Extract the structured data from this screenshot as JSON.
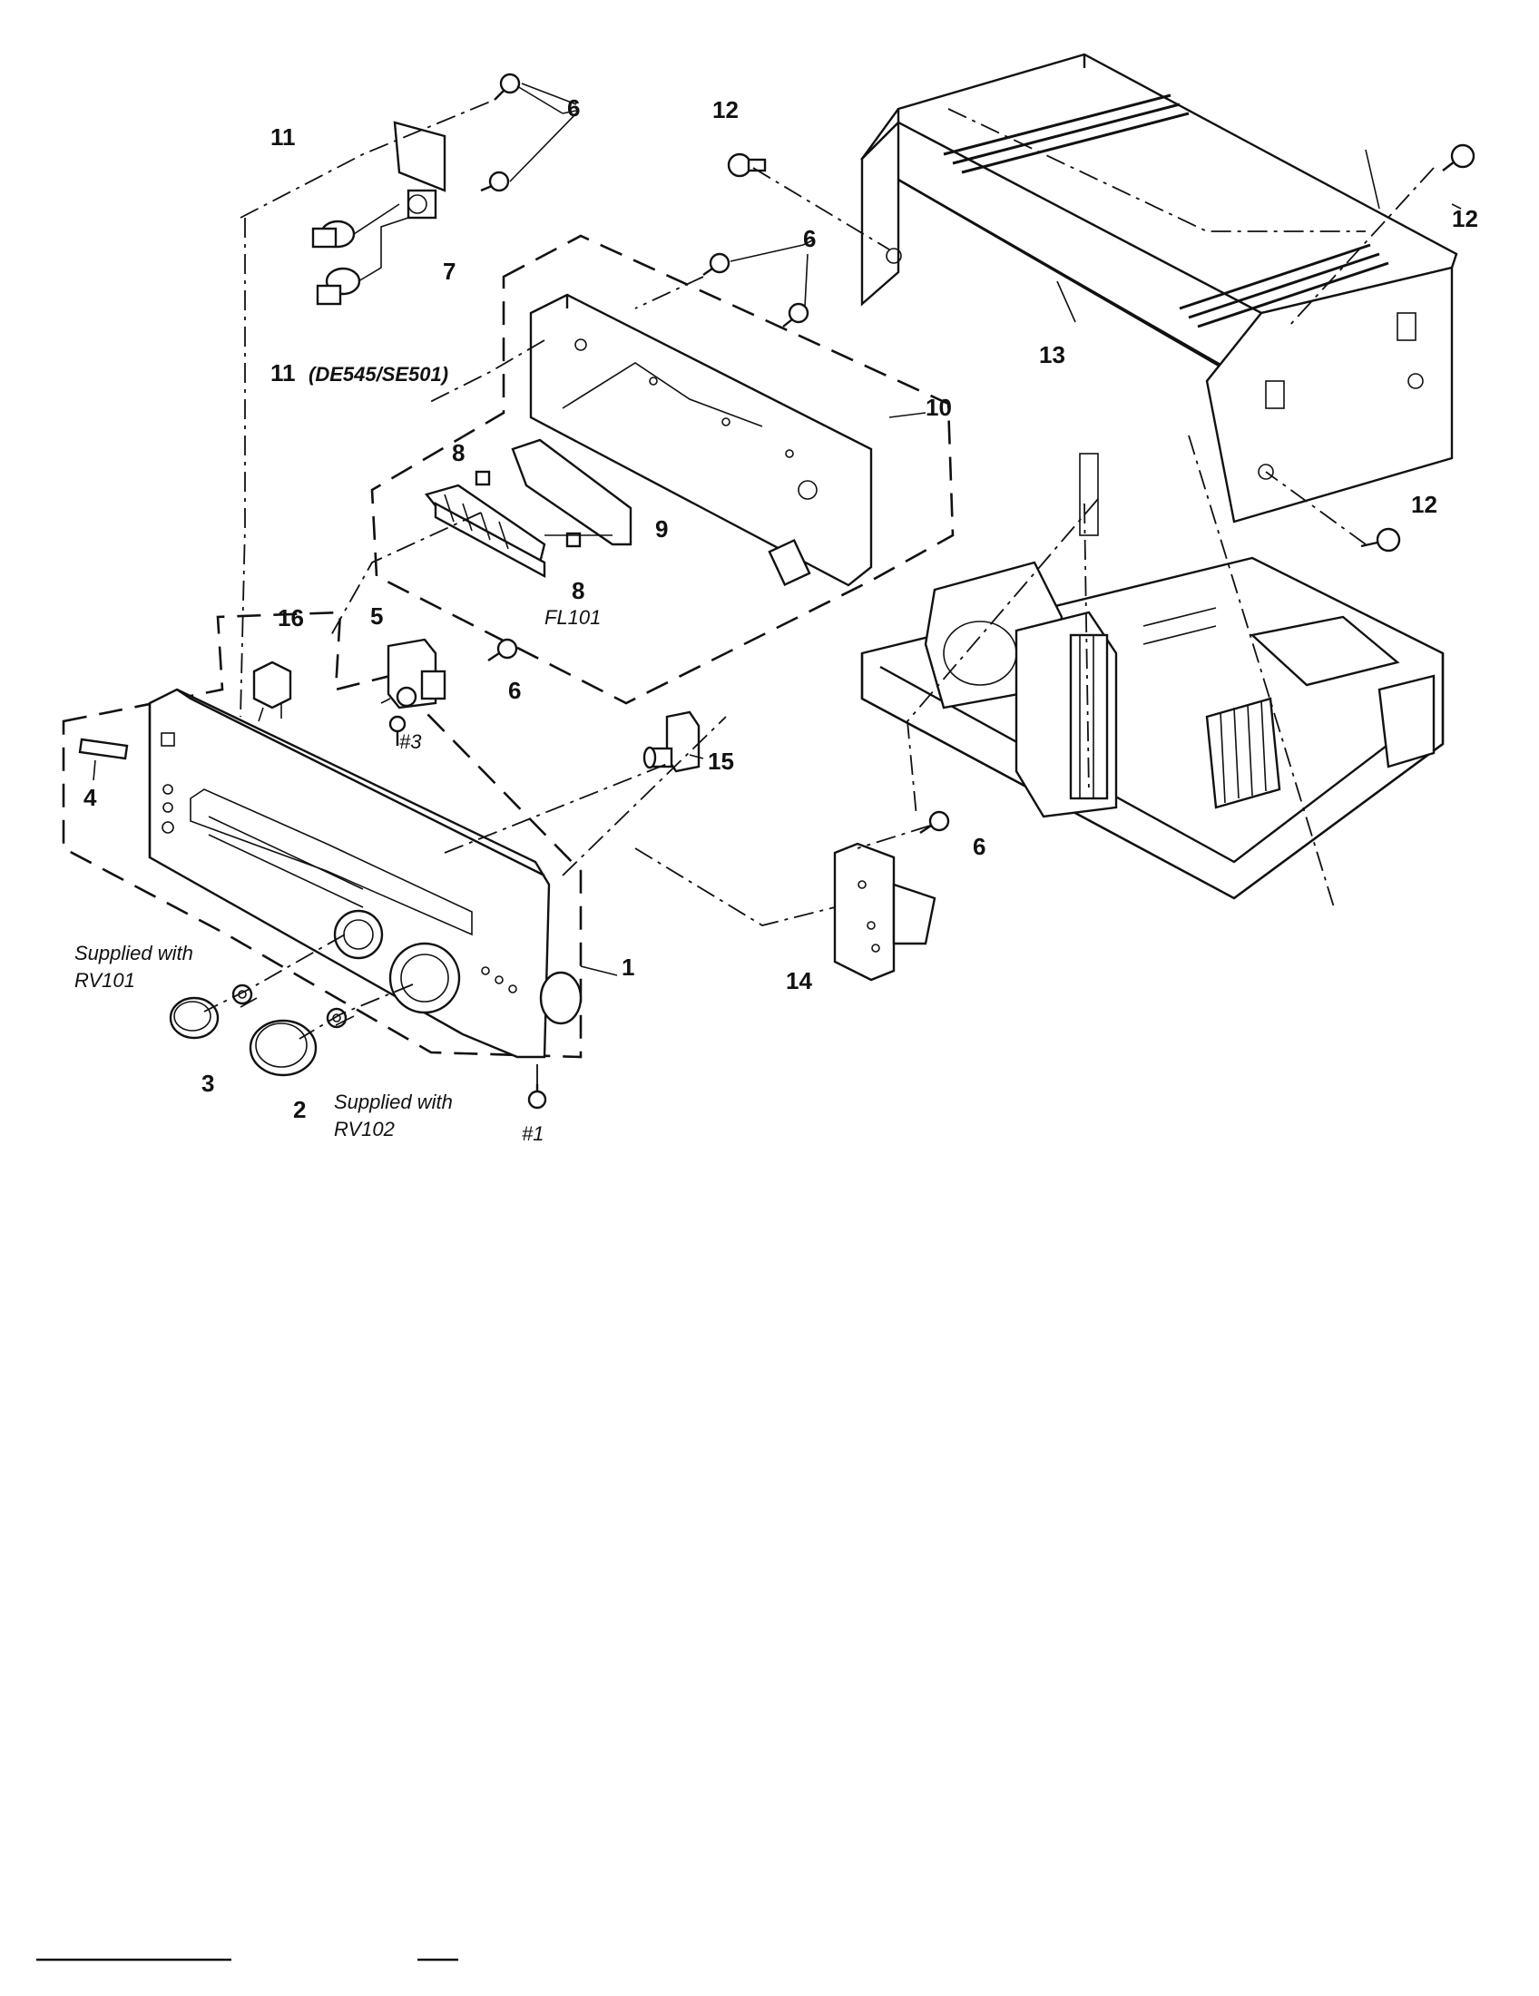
{
  "labels": {
    "part_1": "1",
    "part_2": "2",
    "part_3": "3",
    "part_4": "4",
    "part_5": "5",
    "part_6a": "6",
    "part_6b": "6",
    "part_6c": "6",
    "part_6d": "6",
    "part_7": "7",
    "part_8a": "8",
    "part_8b": "8",
    "part_9": "9",
    "part_10": "10",
    "part_11a": "11",
    "part_11b": "11",
    "part_11_variant": "(DE545/SE501)",
    "part_12a": "12",
    "part_12b": "12",
    "part_12c": "12",
    "part_13": "13",
    "part_14": "14",
    "part_15": "15",
    "part_16": "16",
    "fl101": "FL101",
    "screw_1": "#1",
    "screw_3": "#3"
  },
  "notes": {
    "rv101_line1": "Supplied with",
    "rv101_line2": "RV101",
    "rv102_line1": "Supplied with",
    "rv102_line2": "RV102"
  }
}
